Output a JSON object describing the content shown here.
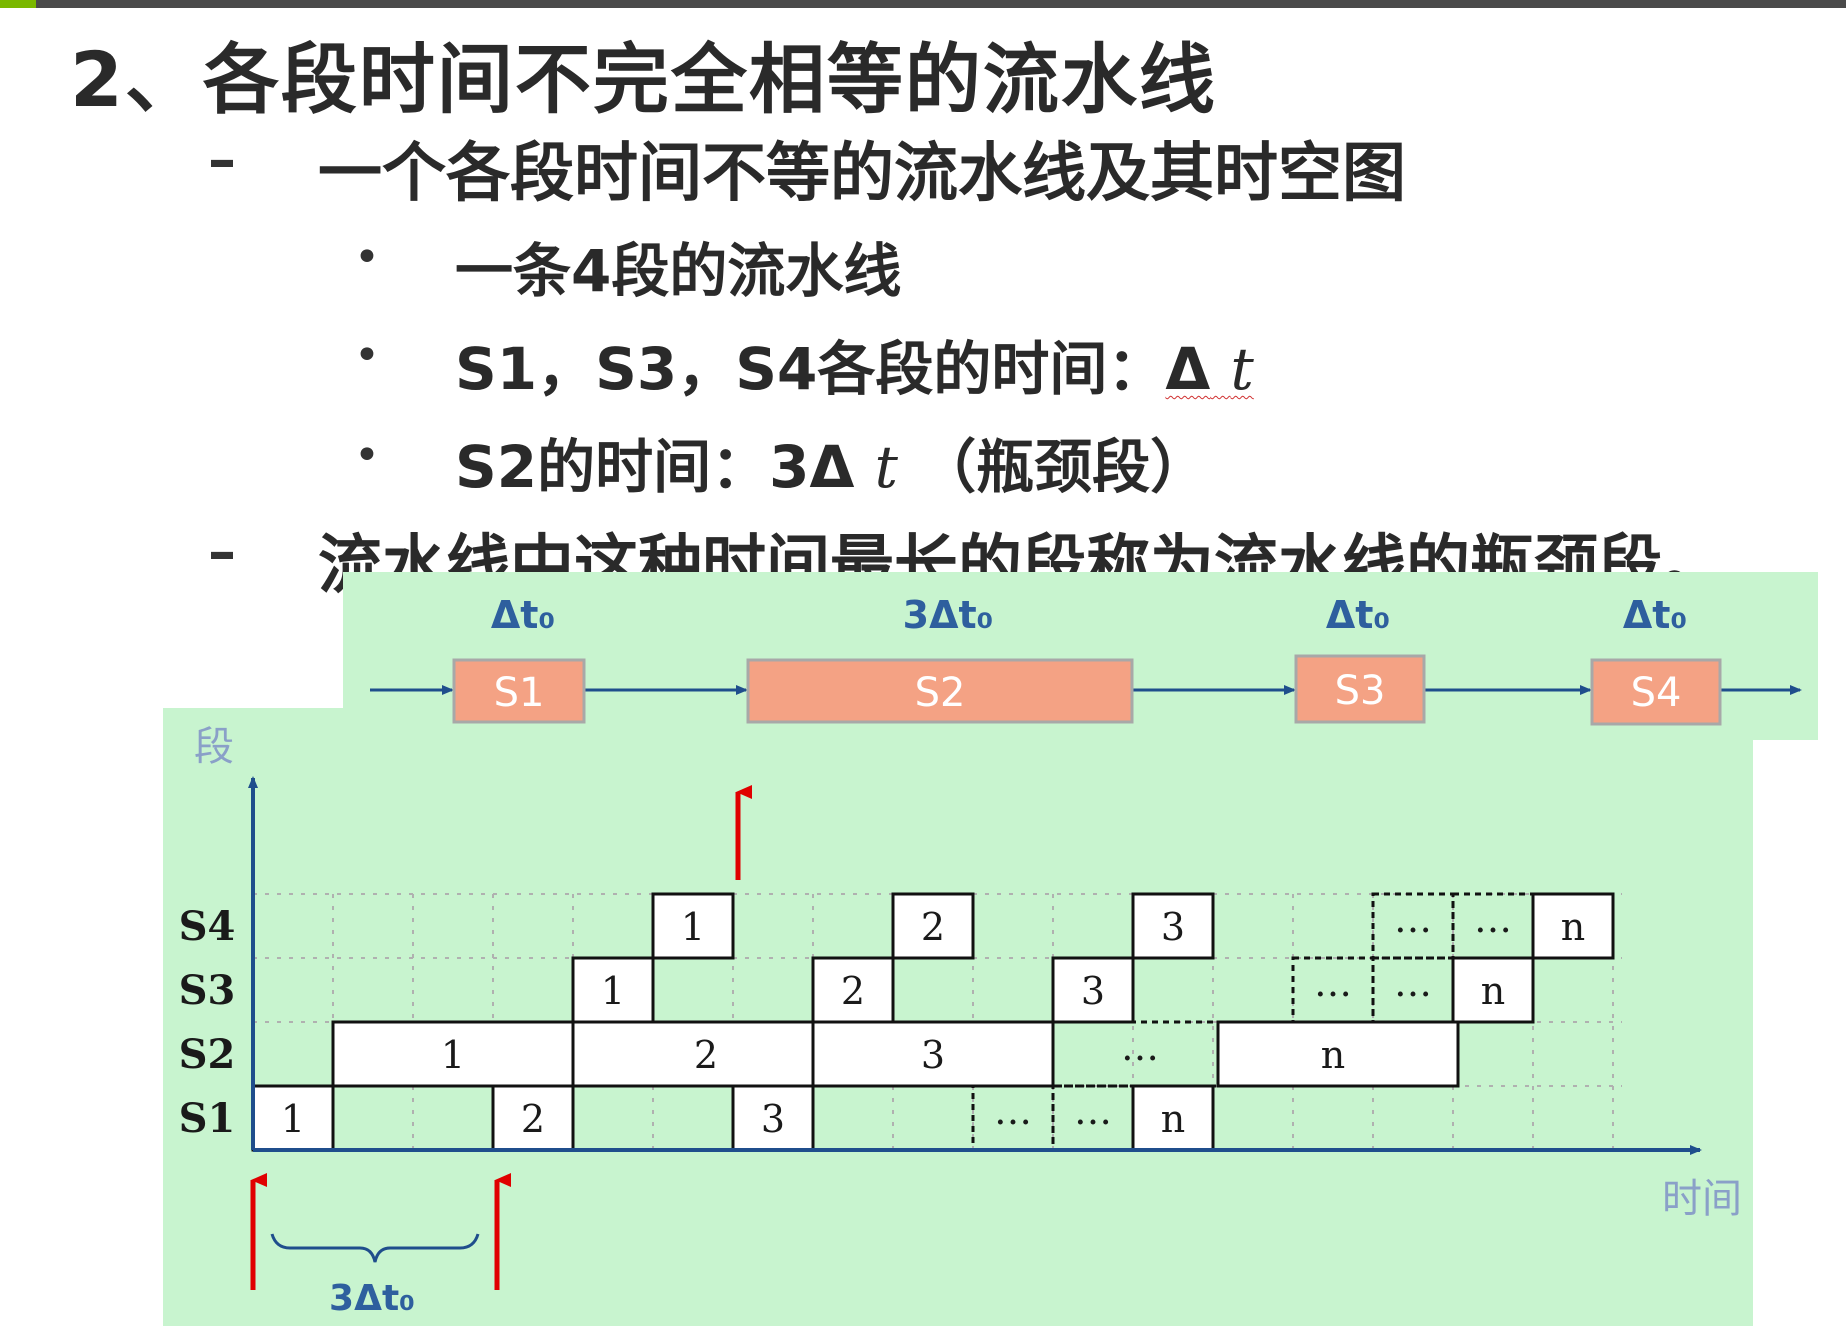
{
  "slide": {
    "heading": "2、各段时间不完全相等的流水线",
    "points": [
      "一个各段时间不等的流水线及其时空图",
      "流水线中这种时间最长的段称为流水线的瓶颈段。"
    ],
    "subpoints": {
      "p1": "一条4段的流水线",
      "p2_prefix": "S1，S3，S4各段的时间：",
      "p2_delta": "Δ",
      "p2_t": "t",
      "p3_prefix": "S2的时间：3",
      "p3_delta": "Δ",
      "p3_t": "t",
      "p3_suffix": "（瓶颈段）"
    }
  },
  "pipeline": {
    "stages": [
      {
        "name": "S1",
        "time_label": "Δt₀"
      },
      {
        "name": "S2",
        "time_label": "3Δt₀"
      },
      {
        "name": "S3",
        "time_label": "Δt₀"
      },
      {
        "name": "S4",
        "time_label": "Δt₀"
      }
    ]
  },
  "spacetime": {
    "y_axis_label": "段",
    "x_axis_label": "时间",
    "interval_label": "3Δt₀",
    "rows": [
      "S4",
      "S3",
      "S2",
      "S1"
    ],
    "cells": {
      "s4": [
        "1",
        "2",
        "3",
        "…",
        "…",
        "n"
      ],
      "s3": [
        "1",
        "2",
        "3",
        "…",
        "…",
        "n"
      ],
      "s2": [
        "1",
        "2",
        "3",
        "…",
        "n"
      ],
      "s1": [
        "1",
        "2",
        "3",
        "…",
        "…",
        "n"
      ]
    }
  },
  "colors": {
    "panel": "#c8f4cf",
    "stage_fill": "#f4a284",
    "arrow_blue": "#1f4e8c",
    "marker_red": "#e00000"
  }
}
